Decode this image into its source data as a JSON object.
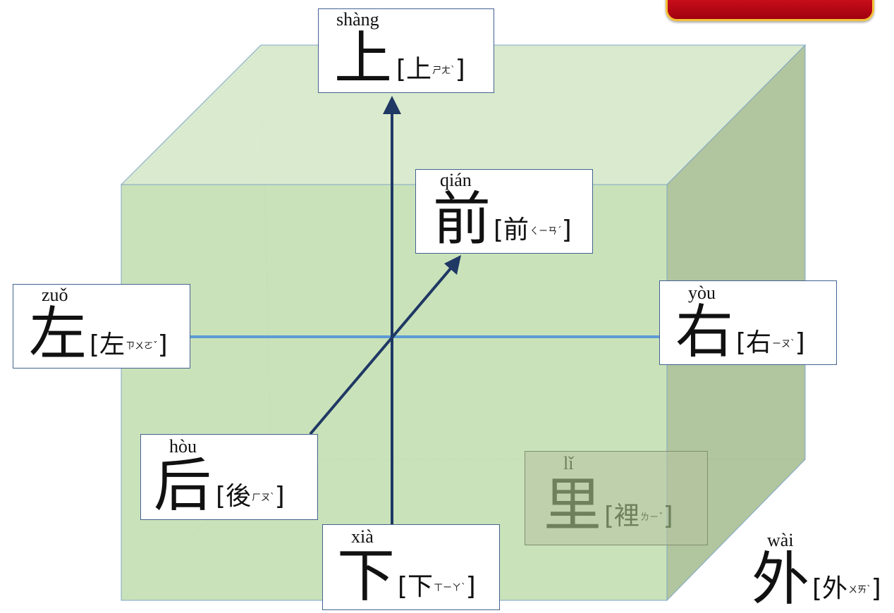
{
  "badge": {
    "text": ""
  },
  "labels": [
    {
      "id": "shang",
      "pinyin": "shàng",
      "hanzi": "上",
      "trad": "上",
      "bopomofo": "ㄕㄤˋ"
    },
    {
      "id": "qian",
      "pinyin": "qián",
      "hanzi": "前",
      "trad": "前",
      "bopomofo": "ㄑㄧㄢˊ"
    },
    {
      "id": "zuo",
      "pinyin": "zuǒ",
      "hanzi": "左",
      "trad": "左",
      "bopomofo": "ㄗㄨㄛˇ"
    },
    {
      "id": "you",
      "pinyin": "yòu",
      "hanzi": "右",
      "trad": "右",
      "bopomofo": "ㄧㄡˋ"
    },
    {
      "id": "hou",
      "pinyin": "hòu",
      "hanzi": "后",
      "trad": "後",
      "bopomofo": "ㄏㄡˋ"
    },
    {
      "id": "li",
      "pinyin": "lǐ",
      "hanzi": "里",
      "trad": "裡",
      "bopomofo": "ㄌㄧˇ"
    },
    {
      "id": "xia",
      "pinyin": "xià",
      "hanzi": "下",
      "trad": "下",
      "bopomofo": "ㄒㄧㄚˋ"
    },
    {
      "id": "wai",
      "pinyin": "wài",
      "hanzi": "外",
      "trad": "外",
      "bopomofo": "ㄨㄞˋ"
    }
  ],
  "colors": {
    "box_front": "#c5dfb4",
    "box_top": "#d8e9cc",
    "box_side": "#a9bf93",
    "axis_dark": "#1f3864",
    "axis_light": "#5b9bd5"
  }
}
